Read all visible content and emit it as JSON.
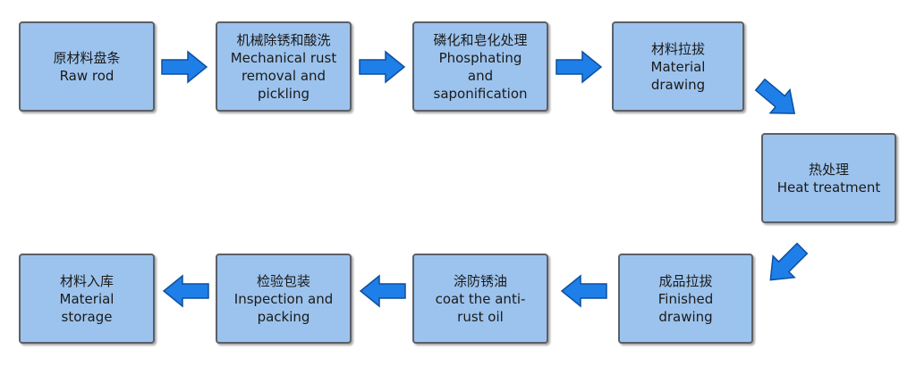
{
  "colors": {
    "box_fill": "#9cc3ed",
    "box_border": "#5b6068",
    "arrow_fill": "#1e7fe8",
    "arrow_stroke": "#0f4f9e"
  },
  "steps": [
    {
      "zh": "原材料盘条",
      "en": [
        "Raw rod"
      ]
    },
    {
      "zh": "机械除锈和酸洗",
      "en": [
        "Mechanical rust",
        "removal and",
        "pickling"
      ]
    },
    {
      "zh": "磷化和皂化处理",
      "en": [
        "Phosphating",
        "and",
        "saponification"
      ]
    },
    {
      "zh": "材料拉拔",
      "en": [
        "Material",
        "drawing"
      ]
    },
    {
      "zh": "热处理",
      "en": [
        "Heat treatment"
      ]
    },
    {
      "zh": "成品拉拔",
      "en": [
        "Finished",
        "drawing"
      ]
    },
    {
      "zh": "涂防锈油",
      "en": [
        "coat the anti-",
        "rust oil"
      ]
    },
    {
      "zh": "检验包装",
      "en": [
        "Inspection and",
        "packing"
      ]
    },
    {
      "zh": "材料入库",
      "en": [
        "Material",
        "storage"
      ]
    }
  ]
}
